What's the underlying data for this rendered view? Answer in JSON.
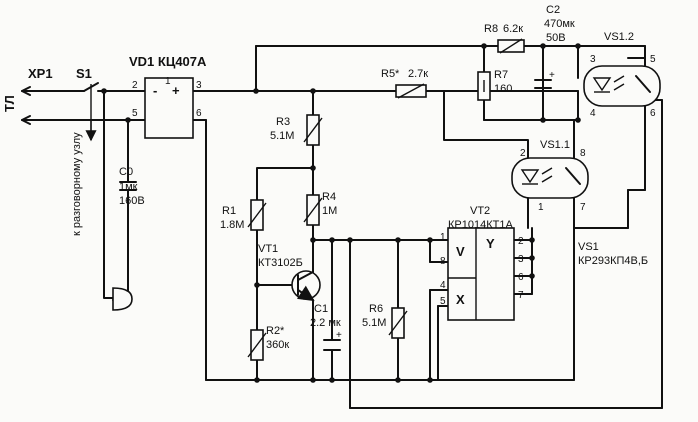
{
  "connector": {
    "xp1": "XP1",
    "switch": "S1",
    "line": "ТЛ",
    "to_talk_node": "к разговорному узлу"
  },
  "vd1": {
    "label": "VD1 КЦ407А",
    "p1": "1",
    "p2": "2",
    "p3": "3",
    "p5": "5",
    "p6": "6",
    "minus": "-",
    "plus": "+"
  },
  "c0": {
    "name": "C0",
    "value": "1мк",
    "voltage": "160В"
  },
  "r1": {
    "name": "R1",
    "value": "1.8М"
  },
  "r2": {
    "name": "R2*",
    "value": "360к"
  },
  "r3": {
    "name": "R3",
    "value": "5.1М"
  },
  "r4": {
    "name": "R4",
    "value": "1М"
  },
  "r5": {
    "name": "R5*",
    "value": "2.7к"
  },
  "r6": {
    "name": "R6",
    "value": "5.1М"
  },
  "r7": {
    "name": "R7",
    "value": "160"
  },
  "r8": {
    "name": "R8",
    "value": "6.2к"
  },
  "c1": {
    "name": "C1",
    "value": "2.2 мк"
  },
  "c2": {
    "name": "C2",
    "value": "470мк",
    "voltage": "50В"
  },
  "vt1": {
    "name": "VT1",
    "type": "КТ3102Б"
  },
  "vt2": {
    "name": "VT2",
    "type": "КР1014КТ1А",
    "v": "V",
    "x": "X",
    "y": "Y",
    "p1": "1",
    "p2": "2",
    "p3": "3",
    "p4": "4",
    "p5": "5",
    "p6": "6",
    "p7": "7",
    "p8": "8"
  },
  "vs11": {
    "name": "VS1.1",
    "p1": "1",
    "p2": "2",
    "p7": "7",
    "p8": "8"
  },
  "vs12": {
    "name": "VS1.2",
    "p3": "3",
    "p4": "4",
    "p5": "5",
    "p6": "6"
  },
  "vs1": {
    "name": "VS1",
    "type": "КР293КП4В,Б"
  }
}
